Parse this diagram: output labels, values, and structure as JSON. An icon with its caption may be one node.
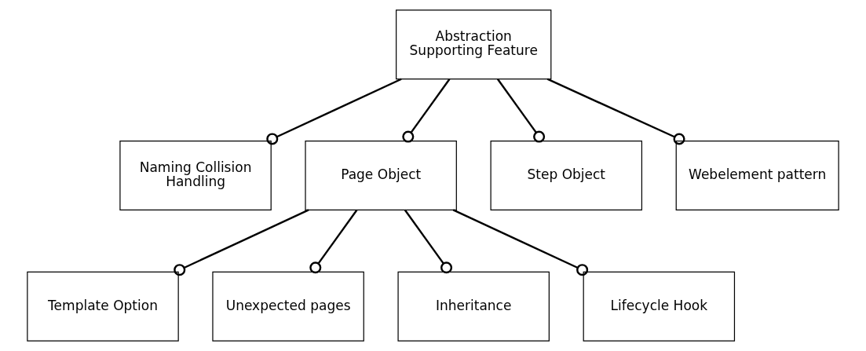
{
  "diagram": {
    "nodes": [
      {
        "text": [
          "Abstraction Supporting Feature"
        ]
      },
      {
        "text": [
          "Naming Collision Handling"
        ]
      },
      {
        "text": [
          "Page Object"
        ]
      },
      {
        "text": [
          "Step Object"
        ]
      },
      {
        "text": [
          "Webelement pattern"
        ]
      },
      {
        "text": [
          "Template Option"
        ]
      },
      {
        "text": [
          "Unexpected pages"
        ]
      },
      {
        "text": [
          "Inheritance"
        ]
      },
      {
        "text": [
          "Lifecycle Hook"
        ]
      }
    ],
    "edges": [
      {
        "from": 0,
        "to": 1,
        "arrow": "other"
      },
      {
        "from": 0,
        "to": 2,
        "arrow": "other"
      },
      {
        "from": 0,
        "to": 3,
        "arrow": "other"
      },
      {
        "from": 0,
        "to": 4,
        "arrow": "other"
      },
      {
        "from": 2,
        "to": 5,
        "arrow": "other"
      },
      {
        "from": 2,
        "to": 6,
        "arrow": "other"
      },
      {
        "from": 2,
        "to": 7,
        "arrow": "other"
      },
      {
        "from": 2,
        "to": 8,
        "arrow": "other"
      }
    ]
  }
}
